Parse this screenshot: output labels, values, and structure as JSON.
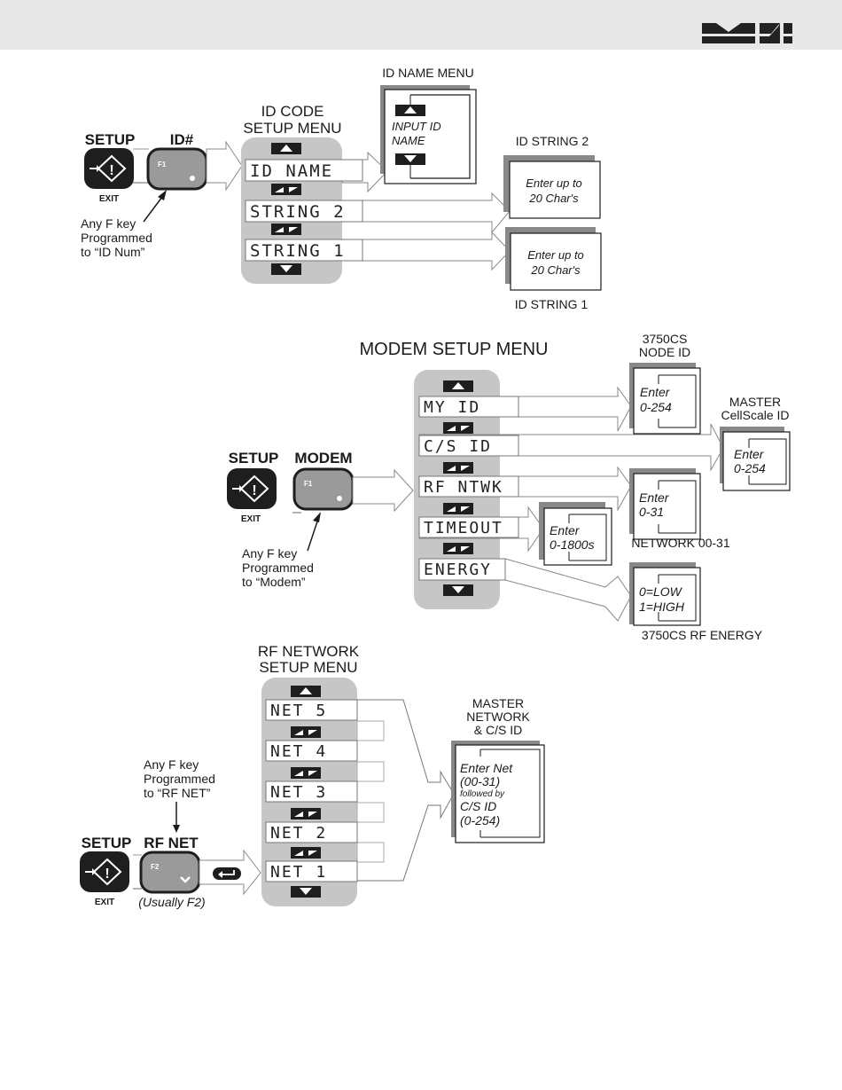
{
  "header": {
    "logo": "MSI"
  },
  "id_section": {
    "setup_key": {
      "label": "SETUP",
      "sub_label": "EXIT"
    },
    "f_key": {
      "label": "ID#",
      "key_name": "F1"
    },
    "note": [
      "Any F key",
      "Programmed",
      "to “ID Num”"
    ],
    "menu_title": [
      "ID CODE",
      "SETUP MENU"
    ],
    "menu_items": [
      "ID NAME",
      "STRING 2",
      "STRING 1"
    ],
    "id_name_menu": {
      "title": "ID NAME MENU",
      "text": [
        "INPUT ID",
        "NAME"
      ]
    },
    "id_string_2": {
      "title": "ID STRING 2",
      "text": [
        "Enter up to",
        "20 Char's"
      ]
    },
    "id_string_1": {
      "title": "ID STRING 1",
      "text": [
        "Enter up to",
        "20 Char's"
      ]
    }
  },
  "modem_section": {
    "menu_title": "MODEM SETUP MENU",
    "setup_key": {
      "label": "SETUP",
      "sub_label": "EXIT"
    },
    "f_key": {
      "label": "MODEM",
      "key_name": "F1"
    },
    "note": [
      "Any F key",
      "Programmed",
      "to “Modem”"
    ],
    "menu_items": [
      "MY ID",
      "C/S ID",
      "RF NTWK",
      "TIMEOUT",
      "ENERGY"
    ],
    "node_id": {
      "title": [
        "3750CS",
        "NODE ID"
      ],
      "text": [
        "Enter",
        "0-254"
      ]
    },
    "master_cs_id": {
      "title": [
        "MASTER",
        "CellScale ID"
      ],
      "text": [
        "Enter",
        "0-254"
      ]
    },
    "network": {
      "title": "NETWORK 00-31",
      "text": [
        "Enter",
        "0-31"
      ]
    },
    "timeout": {
      "text": [
        "Enter",
        "0-1800s"
      ]
    },
    "energy": {
      "title": "3750CS RF ENERGY",
      "text": [
        "0=LOW",
        "1=HIGH"
      ]
    }
  },
  "rf_section": {
    "menu_title": [
      "RF NETWORK",
      "SETUP MENU"
    ],
    "setup_key": {
      "label": "SETUP",
      "sub_label": "EXIT"
    },
    "f_key": {
      "label": "RF NET",
      "key_name": "F2",
      "usually": "(Usually F2)"
    },
    "note": [
      "Any F key",
      "Programmed",
      "to “RF NET”"
    ],
    "menu_items": [
      "NET 5",
      "NET 4",
      "NET 3",
      "NET 2",
      "NET 1"
    ],
    "master_network": {
      "title": [
        "MASTER",
        "NETWORK",
        "& C/S ID"
      ],
      "text": [
        "Enter Net",
        "(00-31)",
        "followed by",
        "C/S ID",
        "(0-254)"
      ]
    }
  }
}
